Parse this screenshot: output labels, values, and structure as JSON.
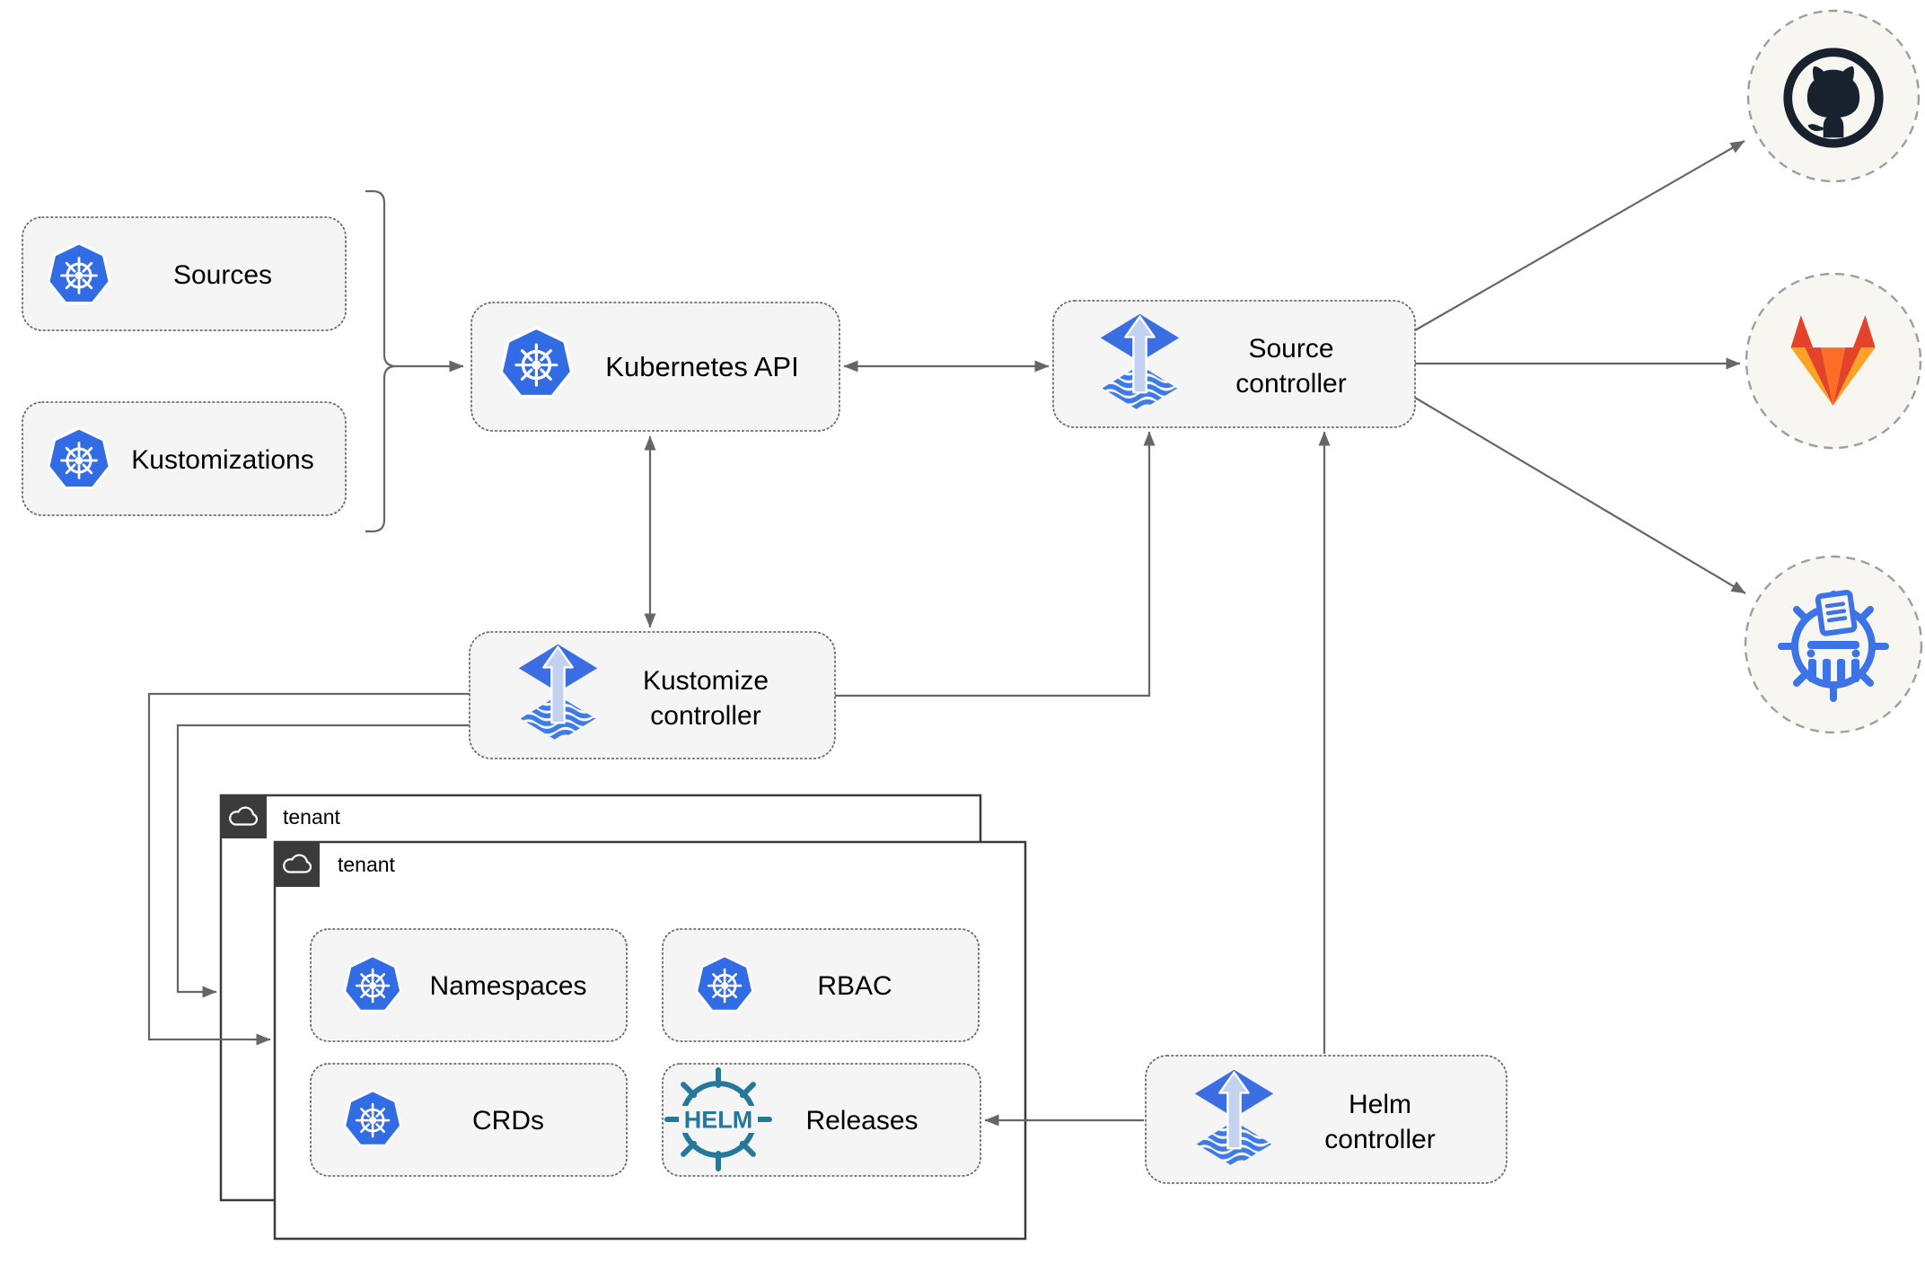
{
  "colors": {
    "kubernetes_blue": "#326CE5",
    "flux_blue": "#3B6EE2",
    "flux_wave_blue": "#3F7BE8",
    "flux_arrow_light": "#C3D2F0",
    "helm_teal": "#24799B",
    "github_dark": "#18222E",
    "gitlab_red": "#E24329",
    "gitlab_orange": "#FC6D26",
    "gitlab_yellow": "#FCA326",
    "chartmuseum_blue": "#3C73E8",
    "line_gray": "#666666",
    "box_fill": "#F5F5F5",
    "box_border": "#6B6B6B",
    "tenant_border": "#3B3B3B",
    "tenant_header_bg": "#3B3B3B",
    "circle_fill": "#F7F6F1",
    "circle_border": "#9E9E9E",
    "label_color": "#000000"
  },
  "nodes": {
    "sources": {
      "label": "Sources",
      "icon": "kubernetes"
    },
    "kustomizations": {
      "label": "Kustomizations",
      "icon": "kubernetes"
    },
    "kubernetes_api": {
      "label": "Kubernetes API",
      "icon": "kubernetes"
    },
    "source_controller": {
      "line1": "Source",
      "line2": "controller",
      "icon": "flux"
    },
    "kustomize_controller": {
      "line1": "Kustomize",
      "line2": "controller",
      "icon": "flux"
    },
    "helm_controller": {
      "line1": "Helm",
      "line2": "controller",
      "icon": "flux"
    },
    "namespaces": {
      "label": "Namespaces",
      "icon": "kubernetes"
    },
    "rbac": {
      "label": "RBAC",
      "icon": "kubernetes"
    },
    "crds": {
      "label": "CRDs",
      "icon": "kubernetes"
    },
    "releases": {
      "label": "Releases",
      "icon": "helm",
      "logo_text": "HELM"
    }
  },
  "tenants": {
    "back": {
      "label": "tenant",
      "icon": "cloud"
    },
    "front": {
      "label": "tenant",
      "icon": "cloud"
    }
  },
  "external_targets": [
    {
      "name": "github",
      "icon": "github-octocat"
    },
    {
      "name": "gitlab",
      "icon": "gitlab-tanuki"
    },
    {
      "name": "chartmuseum",
      "icon": "chartmuseum"
    }
  ]
}
